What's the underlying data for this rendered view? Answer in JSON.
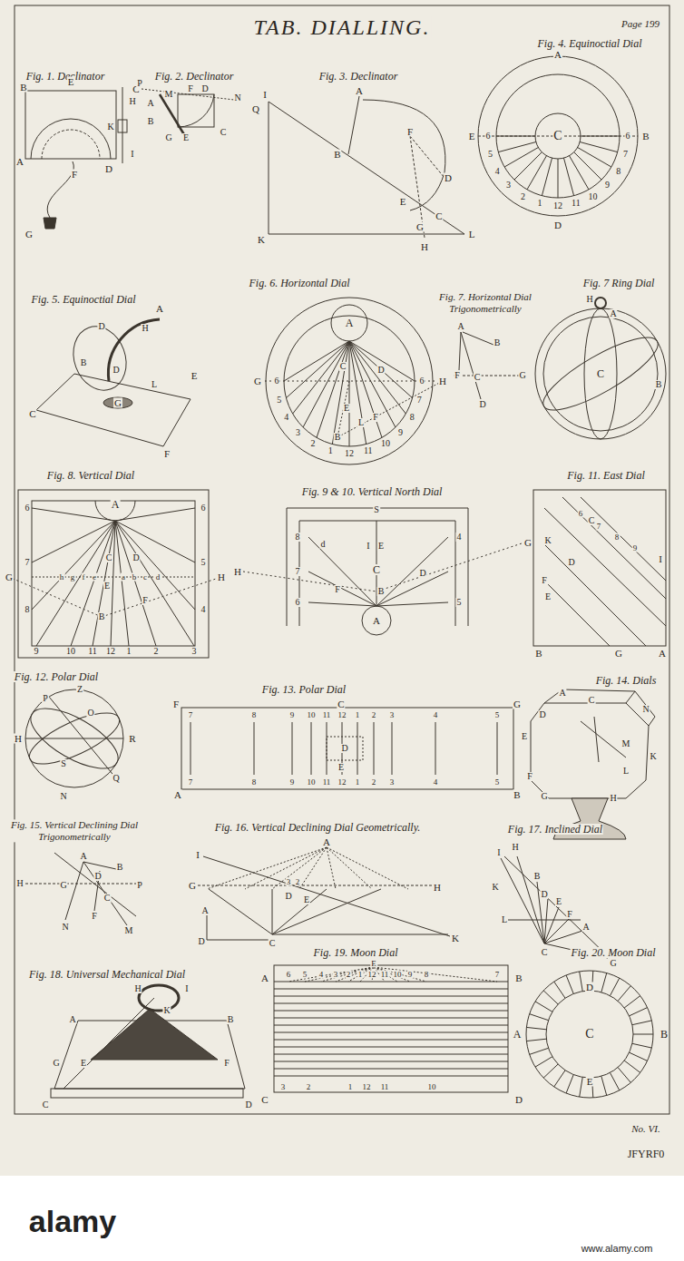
{
  "diagram": {
    "title": "TAB. DIALLING.",
    "labels": [
      "Page 199",
      "Fig. 1. Declinator",
      "B",
      "E",
      "C",
      "H",
      "K",
      "I",
      "A",
      "F",
      "D",
      "G",
      "Fig. 2. Declinator",
      "P",
      "M",
      "A",
      "B",
      "F",
      "D",
      "N",
      "E",
      "C",
      "G",
      "Fig. 3. Declinator",
      "I",
      "Q",
      "A",
      "F",
      "B",
      "E",
      "D",
      "G",
      "C",
      "H",
      "K",
      "L",
      "Fig. 4. Equinoctial Dial",
      "A",
      "C",
      "E",
      "B",
      "D",
      "6",
      "5",
      "4",
      "3",
      "2",
      "1",
      "12",
      "11",
      "10",
      "9",
      "8",
      "7",
      "6",
      "Fig. 5. Equinoctial Dial",
      "A",
      "H",
      "D",
      "D",
      "B",
      "G",
      "L",
      "E",
      "C",
      "F",
      "Fig. 6. Horizontal Dial",
      "A",
      "G",
      "H",
      "C",
      "D",
      "E",
      "L",
      "B",
      "F",
      "6",
      "5",
      "4",
      "3",
      "2",
      "1",
      "12",
      "11",
      "10",
      "9",
      "8",
      "7",
      "6",
      "Fig. 7. Horizontal Dial Trigonometrically",
      "A",
      "B",
      "F",
      "C",
      "G",
      "D",
      "Fig. 7 Ring Dial",
      "H",
      "A",
      "C",
      "B",
      "Fig. 8. Vertical Dial",
      "A",
      "C",
      "D",
      "E",
      "B",
      "F",
      "G",
      "H",
      "6",
      "6",
      "7",
      "5",
      "8",
      "4",
      "9",
      "10",
      "11",
      "12",
      "1",
      "2",
      "3",
      "h",
      "g",
      "f",
      "e",
      "a",
      "b",
      "c",
      "d",
      "Fig. 9 & 10. Vertical North Dial",
      "S",
      "H",
      "G",
      "8",
      "d",
      "I",
      "E",
      "4",
      "7",
      "C",
      "D",
      "6",
      "F",
      "B",
      "5",
      "A",
      "Fig. 11. East Dial",
      "K",
      "C",
      "D",
      "F",
      "E",
      "B",
      "G",
      "A",
      "I",
      "6",
      "7",
      "8",
      "9",
      "Fig. 12. Polar Dial",
      "Z",
      "P",
      "O",
      "H",
      "R",
      "S",
      "Q",
      "N",
      "Fig. 13. Polar Dial",
      "F",
      "C",
      "G",
      "7",
      "8",
      "9",
      "10",
      "11",
      "12",
      "1",
      "2",
      "3",
      "4",
      "5",
      "D",
      "7",
      "8",
      "9",
      "10",
      "11",
      "12",
      "1",
      "2",
      "3",
      "4",
      "5",
      "A",
      "E",
      "B",
      "Fig. 14. Dials",
      "A",
      "C",
      "N",
      "D",
      "M",
      "E",
      "K",
      "L",
      "F",
      "G",
      "H",
      "Fig. 15. Vertical Declining Dial Trigonometrically",
      "A",
      "B",
      "H",
      "G",
      "D",
      "C",
      "P",
      "F",
      "N",
      "M",
      "Fig. 16. Vertical Declining Dial Geometrically.",
      "I",
      "A",
      "3",
      "2",
      "G",
      "D",
      "E",
      "H",
      "A",
      "D",
      "C",
      "K",
      "Fig. 17. Inclined Dial",
      "I",
      "H",
      "B",
      "D",
      "K",
      "E",
      "F",
      "L",
      "A",
      "C",
      "G",
      "Fig. 18. Universal Mechanical Dial",
      "H",
      "I",
      "K",
      "A",
      "B",
      "G",
      "E",
      "F",
      "C",
      "D",
      "Fig. 19. Moon Dial",
      "E",
      "A",
      "B",
      "C",
      "D",
      "6",
      "5",
      "4",
      "3",
      "2",
      "1",
      "12",
      "11",
      "10",
      "9",
      "8",
      "7",
      "3",
      "2",
      "1",
      "12",
      "11",
      "10",
      "Fig. 20. Moon Dial",
      "D",
      "A",
      "B",
      "C",
      "E",
      "No. VI.",
      "JFYRF0",
      "alamy",
      "www.alamy.com"
    ]
  }
}
